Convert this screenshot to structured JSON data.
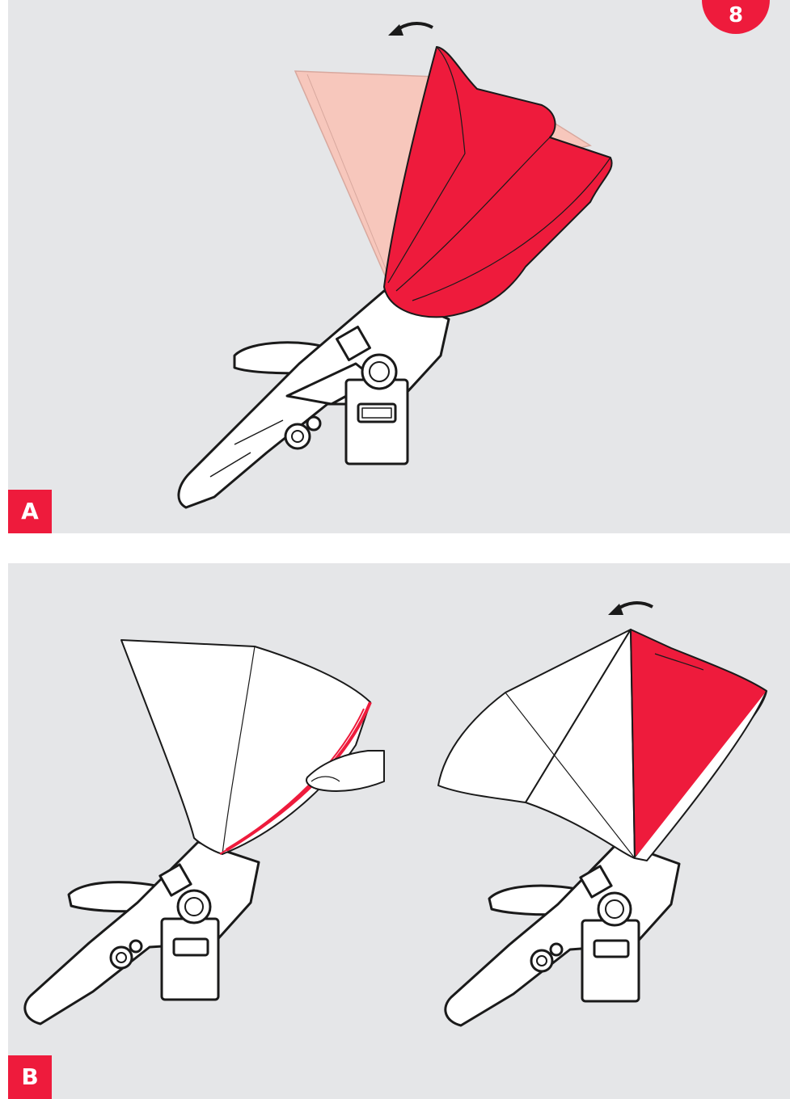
{
  "step_number": "8",
  "panels": [
    {
      "label": "A"
    },
    {
      "label": "B"
    }
  ],
  "colors": {
    "accent": "#ee1b3c",
    "ghost_canopy": "#f7c7bc",
    "background": "#e5e6e8",
    "outline": "#1a1a1a",
    "body": "#ffffff"
  },
  "icons": [
    "rotate-arrow-icon",
    "canopy",
    "seat-frame",
    "hand"
  ]
}
